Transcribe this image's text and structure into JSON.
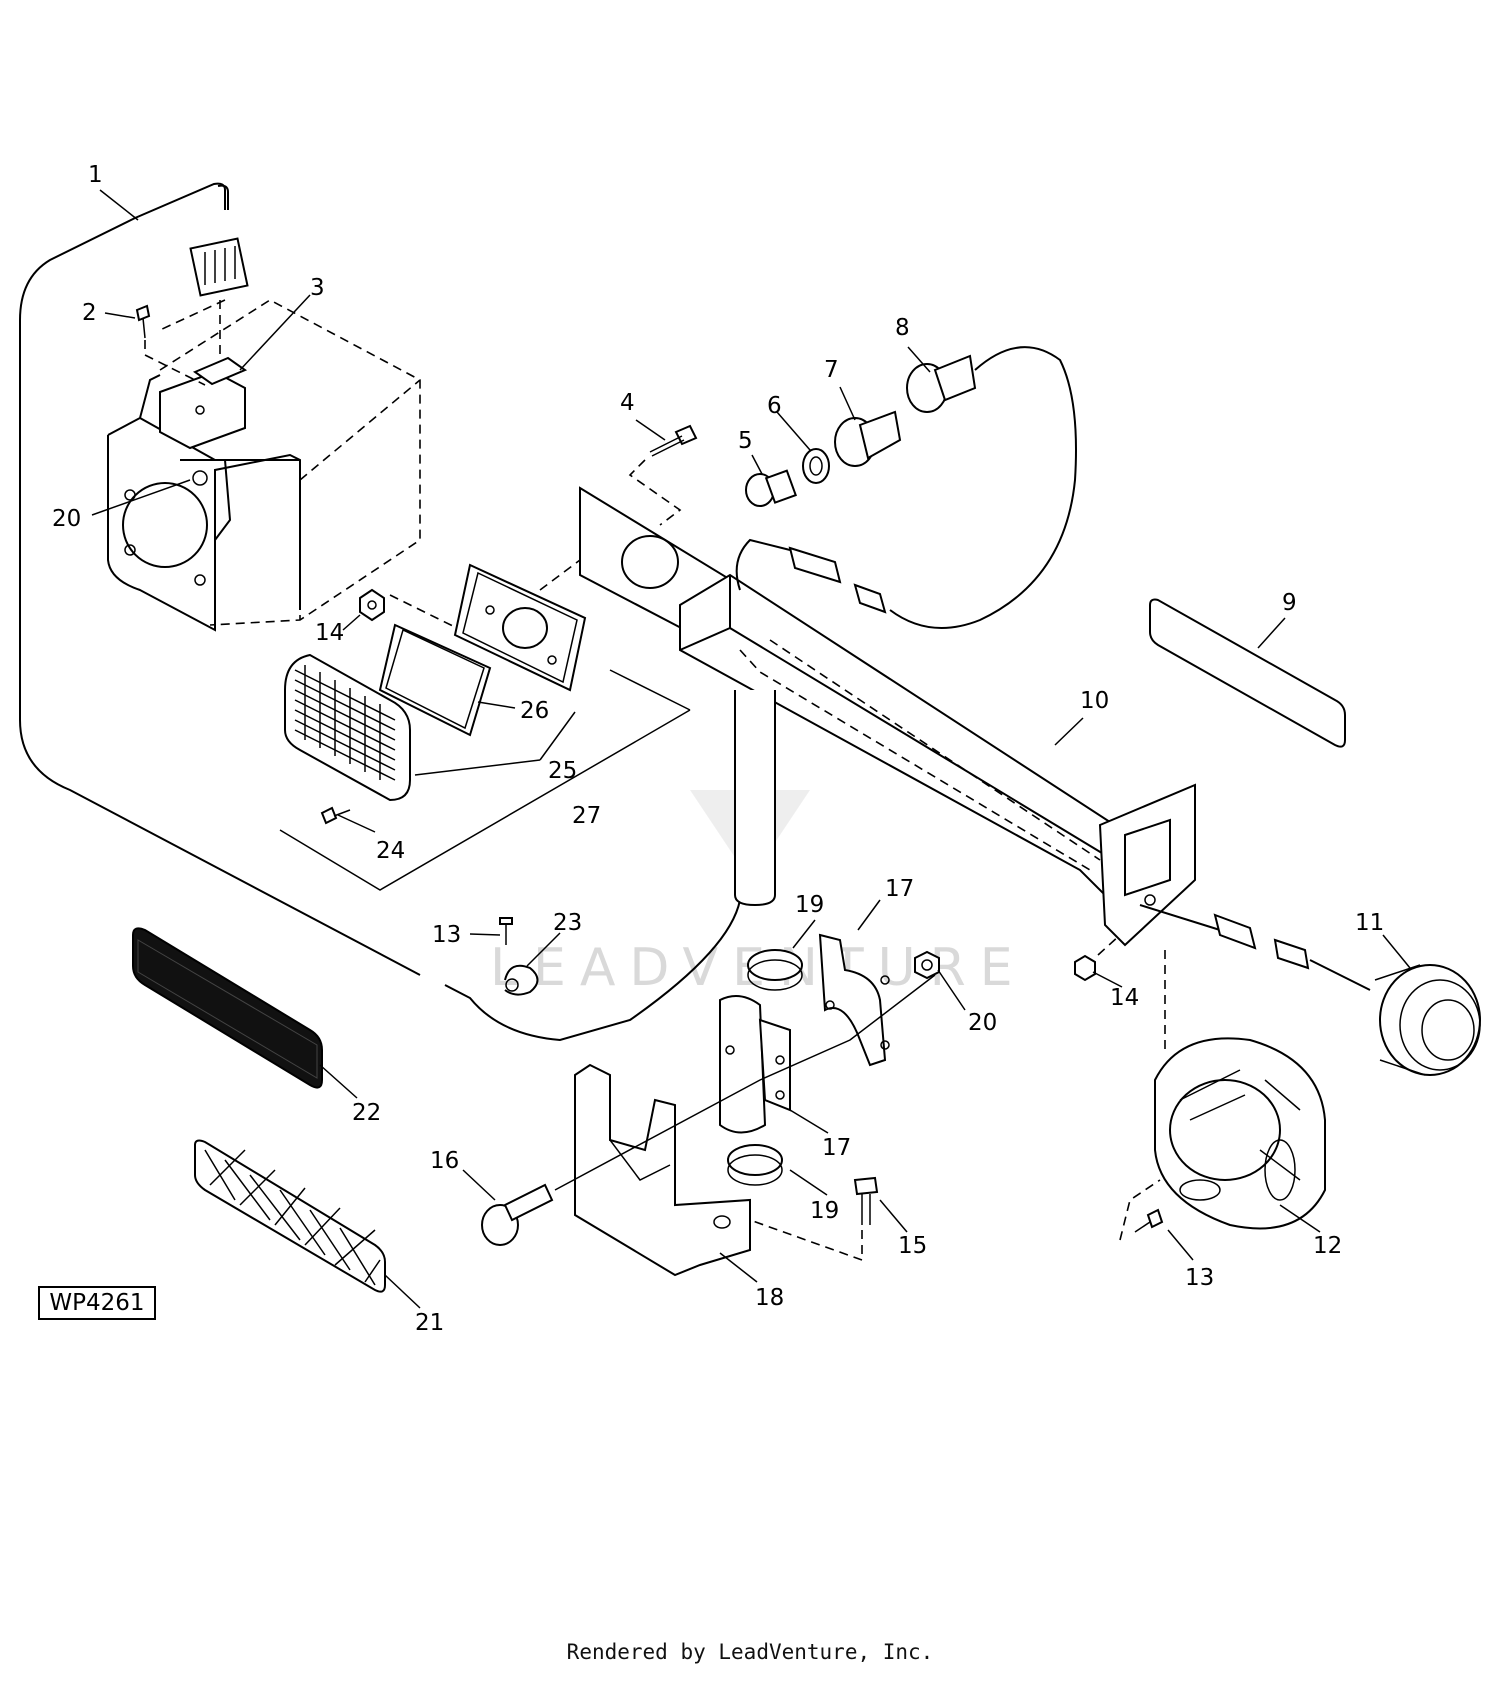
{
  "diagram": {
    "figure_id": "WP4261",
    "watermark": "LEADVENTURE",
    "footer": "Rendered by LeadVenture, Inc.",
    "callouts": [
      "1",
      "2",
      "3",
      "20",
      "4",
      "5",
      "6",
      "7",
      "8",
      "14",
      "26",
      "25",
      "27",
      "24",
      "9",
      "10",
      "13",
      "23",
      "19",
      "17",
      "20",
      "11",
      "14",
      "22",
      "17",
      "16",
      "19",
      "15",
      "18",
      "12",
      "13",
      "21"
    ]
  }
}
